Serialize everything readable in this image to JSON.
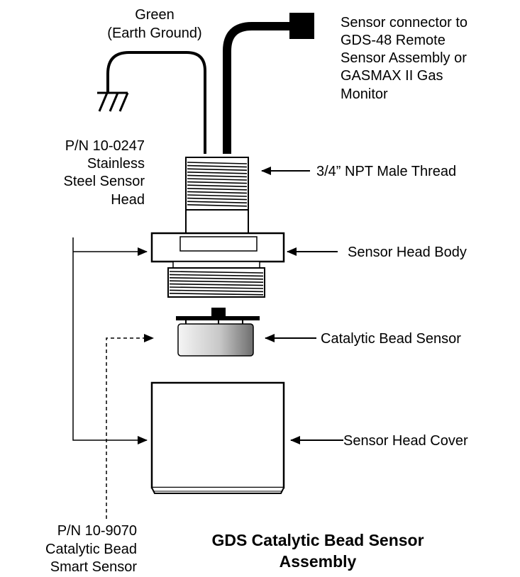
{
  "labels": {
    "ground_wire": [
      "Green",
      "(Earth Ground)"
    ],
    "sensor_connector": [
      "Sensor connector to",
      "GDS-48 Remote",
      "Sensor Assembly or",
      "GASMAX II Gas",
      "Monitor"
    ],
    "sensor_head_pn": [
      "P/N 10-0247",
      "Stainless",
      "Steel Sensor",
      "Head"
    ],
    "thread": "3/4” NPT Male Thread",
    "head_body": "Sensor Head Body",
    "bead_sensor": "Catalytic Bead Sensor",
    "head_cover": "Sensor Head Cover",
    "smart_sensor_pn": [
      "P/N 10-9070",
      "Catalytic Bead",
      "Smart Sensor"
    ]
  },
  "title": [
    "GDS Catalytic Bead Sensor",
    "Assembly"
  ],
  "colors": {
    "ink": "#000000",
    "paper": "#ffffff",
    "bead_gradient_light": "#f5f5f5",
    "bead_gradient_dark": "#6e6e6e"
  }
}
